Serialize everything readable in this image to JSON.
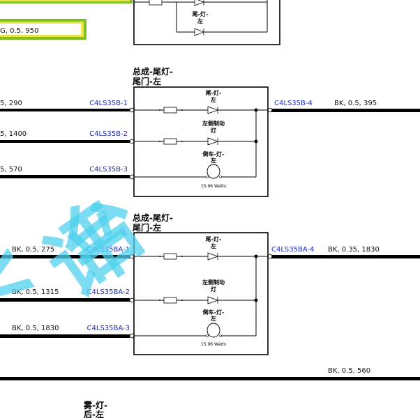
{
  "header": {
    "top_wire_label": "G,  0.5,  950"
  },
  "watermark": {
    "glyph_1": "评",
    "glyph_2": "台",
    "glyph_3": "<"
  },
  "assemblies": [
    {
      "title_line1": "总成-尾灯-",
      "title_line2": "尾门-左",
      "left_pins": [
        {
          "wire": "5,  290",
          "connector": "C4LS35B-1"
        },
        {
          "wire": "5,  1400",
          "connector": "C4LS35B-2"
        },
        {
          "wire": "5,  570",
          "connector": "C4LS35B-3"
        }
      ],
      "right_pin": {
        "connector": "C4LS35B-4",
        "wire": "BK,  0.5,  395"
      },
      "components": [
        {
          "line1": "尾-灯-",
          "line2": "左"
        },
        {
          "line1": "左侧制动",
          "line2": "灯"
        },
        {
          "line1": "倒车-灯-",
          "line2": "左"
        }
      ],
      "wattage": "15.96 Watts"
    },
    {
      "title_line1": "总成-尾灯-",
      "title_line2": "尾门-左",
      "left_pins": [
        {
          "wire": "BK,  0.5,  275",
          "connector": "C4LS35BA-1"
        },
        {
          "wire": "BK,  0.5,  1315",
          "connector": "C4LS35BA-2"
        },
        {
          "wire": "BK,  0.5,  1830",
          "connector": "C4LS35BA-3"
        }
      ],
      "right_pin": {
        "connector": "C4LS35BA-4",
        "wire": "BK,  0.35,  1830"
      },
      "components": [
        {
          "line1": "尾-灯-",
          "line2": "左"
        },
        {
          "line1": "左侧制动",
          "line2": "灯"
        },
        {
          "line1": "倒车-灯-",
          "line2": "左"
        }
      ],
      "wattage": "15.96 Watts"
    }
  ],
  "top_box": {
    "comp_line1": "尾-灯-",
    "comp_line2": "左"
  },
  "bottom_wire": {
    "label": "BK,  0.5,  560"
  },
  "bottom_box": {
    "title_line1": "雾-灯-",
    "title_line2": "后-左"
  }
}
